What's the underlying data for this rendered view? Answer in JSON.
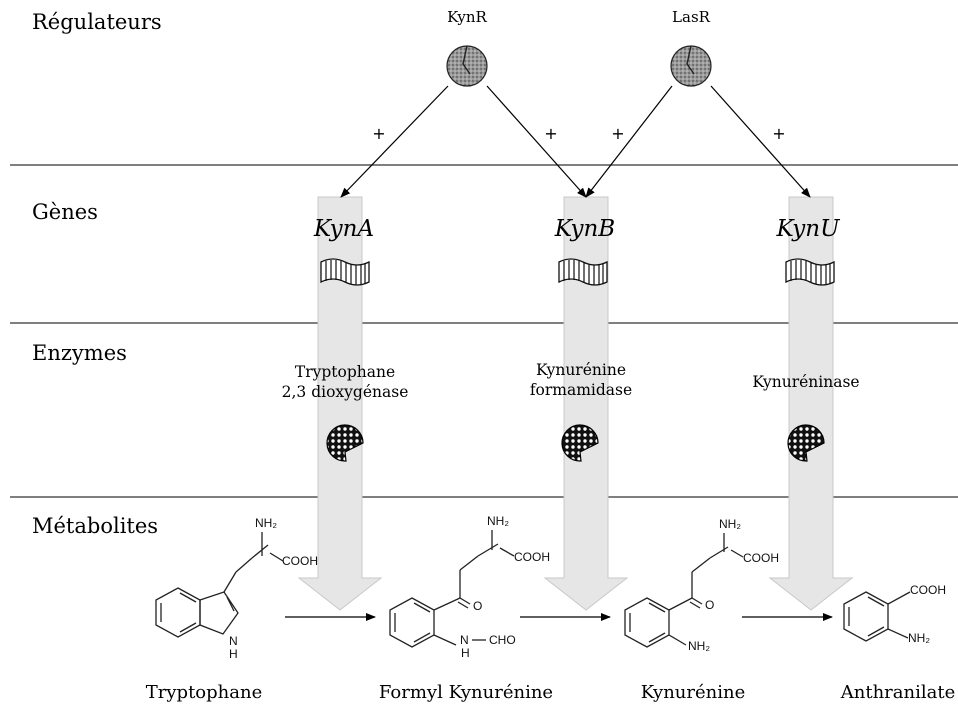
{
  "rows": {
    "regulators": "Régulateurs",
    "genes": "Gènes",
    "enzymes": "Enzymes",
    "metabolites": "Métabolites"
  },
  "regulators": [
    {
      "name": "KynR"
    },
    {
      "name": "LasR"
    }
  ],
  "regulation_sign": "+",
  "genes": [
    {
      "name": "KynA"
    },
    {
      "name": "KynB"
    },
    {
      "name": "KynU"
    }
  ],
  "enzymes": [
    {
      "line1": "Tryptophane",
      "line2": "2,3 dioxygénase"
    },
    {
      "line1": "Kynurénine",
      "line2": "formamidase"
    },
    {
      "line1": "Kynuréninase",
      "line2": ""
    }
  ],
  "metabolites": [
    {
      "name": "Tryptophane"
    },
    {
      "name": "Formyl Kynurénine"
    },
    {
      "name": "Kynurénine"
    },
    {
      "name": "Anthranilate"
    }
  ],
  "chem": {
    "nh2": "NH₂",
    "cooh": "COOH",
    "o": "O",
    "n": "N",
    "h": "H",
    "cho": "CHO"
  },
  "colors": {
    "line": "#000000",
    "pathway_arrow": "#e6e6e6",
    "pathway_arrow_edge": "#c8c8c8",
    "regulator_fill": "#8c8c8c"
  }
}
